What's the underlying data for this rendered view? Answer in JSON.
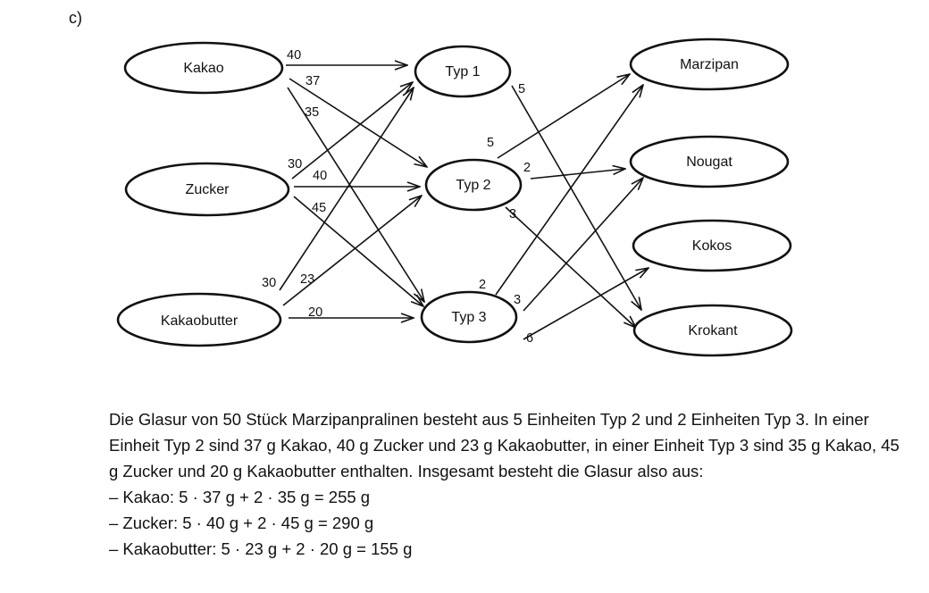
{
  "part_label": "c)",
  "diagram": {
    "nodes": {
      "kakao": "Kakao",
      "zucker": "Zucker",
      "kakaobutter": "Kakaobutter",
      "typ1": "Typ 1",
      "typ2": "Typ 2",
      "typ3": "Typ 3",
      "marzipan": "Marzipan",
      "nougat": "Nougat",
      "kokos": "Kokos",
      "krokant": "Krokant"
    },
    "edges": [
      {
        "from": "Kakao",
        "to": "Typ 1",
        "weight": "40"
      },
      {
        "from": "Kakao",
        "to": "Typ 2",
        "weight": "37"
      },
      {
        "from": "Kakao",
        "to": "Typ 3",
        "weight": "35"
      },
      {
        "from": "Zucker",
        "to": "Typ 1",
        "weight": "30"
      },
      {
        "from": "Zucker",
        "to": "Typ 2",
        "weight": "40"
      },
      {
        "from": "Zucker",
        "to": "Typ 3",
        "weight": "45"
      },
      {
        "from": "Kakaobutter",
        "to": "Typ 1",
        "weight": "30"
      },
      {
        "from": "Kakaobutter",
        "to": "Typ 2",
        "weight": "23"
      },
      {
        "from": "Kakaobutter",
        "to": "Typ 3",
        "weight": "20"
      },
      {
        "from": "Typ 1",
        "to": "Krokant",
        "weight": "5"
      },
      {
        "from": "Typ 2",
        "to": "Marzipan",
        "weight": "5"
      },
      {
        "from": "Typ 2",
        "to": "Nougat",
        "weight": "2"
      },
      {
        "from": "Typ 2",
        "to": "Krokant",
        "weight": "3"
      },
      {
        "from": "Typ 3",
        "to": "Marzipan",
        "weight": "2"
      },
      {
        "from": "Typ 3",
        "to": "Nougat",
        "weight": "3"
      },
      {
        "from": "Typ 3",
        "to": "Kokos",
        "weight": "6"
      }
    ]
  },
  "explanation": {
    "intro": "Die Glasur von 50 Stück Marzipanpralinen besteht aus 5 Einheiten Typ 2 und 2 Einheiten Typ 3. In einer Einheit Typ 2 sind 37 g Kakao, 40 g Zucker und 23 g Kakaobutter, in einer Einheit Typ 3 sind 35 g Kakao, 45 g Zucker und 20 g Kakaobutter enthalten. Insgesamt besteht die Glasur also aus:",
    "items": [
      "– Kakao: 5 · 37 g + 2 · 35 g = 255 g",
      "– Zucker: 5 · 40 g + 2 · 45 g = 290 g",
      "– Kakaobutter: 5 · 23 g + 2 · 20 g = 155 g"
    ]
  }
}
